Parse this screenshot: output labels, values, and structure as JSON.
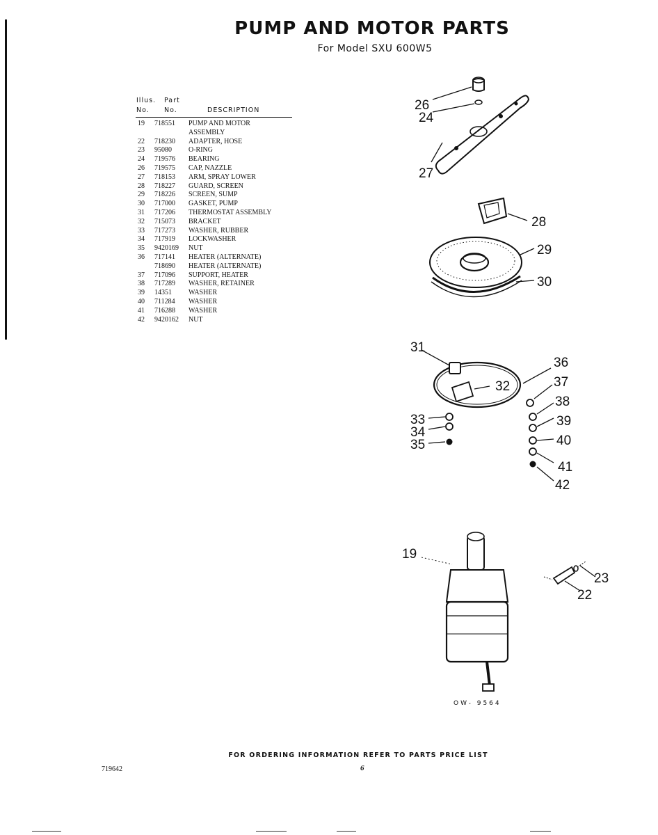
{
  "header": {
    "title": "PUMP AND MOTOR PARTS",
    "subtitle": "For Model SXU 600W5"
  },
  "table": {
    "head_illus": "Illus.",
    "head_part": "Part",
    "head_no1": "No.",
    "head_no2": "No.",
    "head_desc": "DESCRIPTION",
    "rows": [
      {
        "no": "19",
        "part": "718551",
        "desc": "PUMP AND MOTOR"
      },
      {
        "no": "",
        "part": "",
        "desc": "ASSEMBLY"
      },
      {
        "no": "22",
        "part": "718230",
        "desc": "ADAPTER, HOSE"
      },
      {
        "no": "23",
        "part": "95080",
        "desc": "O-RING"
      },
      {
        "no": "24",
        "part": "719576",
        "desc": "BEARING"
      },
      {
        "no": "26",
        "part": "719575",
        "desc": "CAP, NAZZLE"
      },
      {
        "no": "27",
        "part": "718153",
        "desc": "ARM, SPRAY LOWER"
      },
      {
        "no": "28",
        "part": "718227",
        "desc": "GUARD, SCREEN"
      },
      {
        "no": "29",
        "part": "718226",
        "desc": "SCREEN, SUMP"
      },
      {
        "no": "30",
        "part": "717000",
        "desc": "GASKET, PUMP"
      },
      {
        "no": "31",
        "part": "717206",
        "desc": "THERMOSTAT ASSEMBLY"
      },
      {
        "no": "32",
        "part": "715073",
        "desc": "BRACKET"
      },
      {
        "no": "33",
        "part": "717273",
        "desc": "WASHER, RUBBER"
      },
      {
        "no": "34",
        "part": "717919",
        "desc": "LOCKWASHER"
      },
      {
        "no": "35",
        "part": "9420169",
        "desc": "NUT"
      },
      {
        "no": "36",
        "part": "717141",
        "desc": "HEATER (ALTERNATE)"
      },
      {
        "no": "",
        "part": "718690",
        "desc": "HEATER (ALTERNATE)"
      },
      {
        "no": "37",
        "part": "717096",
        "desc": "SUPPORT, HEATER"
      },
      {
        "no": "38",
        "part": "717289",
        "desc": "WASHER, RETAINER"
      },
      {
        "no": "39",
        "part": "14351",
        "desc": "WASHER"
      },
      {
        "no": "40",
        "part": "711284",
        "desc": "WASHER"
      },
      {
        "no": "41",
        "part": "716288",
        "desc": "WASHER"
      },
      {
        "no": "42",
        "part": "9420162",
        "desc": "NUT"
      }
    ]
  },
  "callouts": {
    "c19": "19",
    "c22": "22",
    "c23": "23",
    "c24": "24",
    "c26": "26",
    "c27": "27",
    "c28": "28",
    "c29": "29",
    "c30": "30",
    "c31": "31",
    "c32": "32",
    "c33": "33",
    "c34": "34",
    "c35": "35",
    "c36": "36",
    "c37": "37",
    "c38": "38",
    "c39": "39",
    "c40": "40",
    "c41": "41",
    "c42": "42"
  },
  "drawing_number": "OW- 9564",
  "footer": {
    "ordering": "FOR ORDERING INFORMATION REFER TO PARTS PRICE LIST",
    "doc_number": "719642",
    "page": "6"
  }
}
